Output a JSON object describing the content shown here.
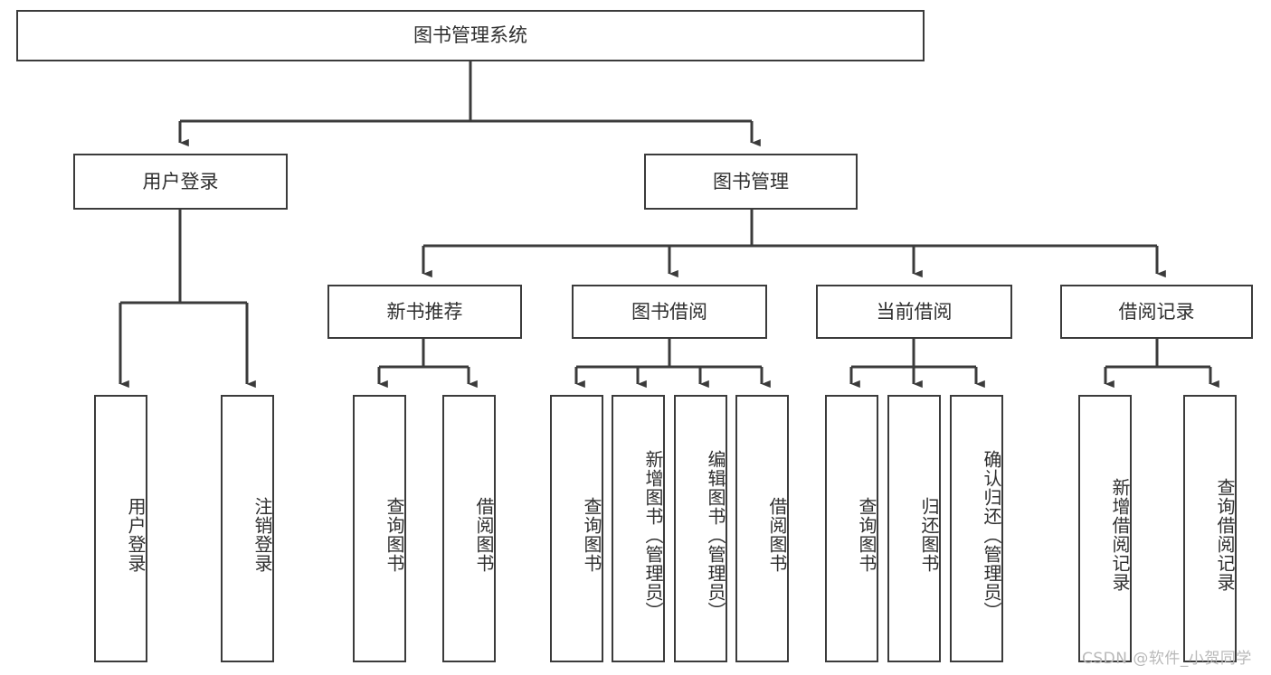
{
  "diagram": {
    "type": "tree-hierarchy-chart",
    "title": "图书管理系统",
    "colors": {
      "box_border": "#3b3b3b",
      "box_fill": "#ffffff",
      "edge": "#3b3b3b",
      "text": "#2f2f2f",
      "watermark": "#b9b9b9",
      "background": "#ffffff"
    },
    "root": {
      "id": "root",
      "label": "图书管理系统"
    },
    "level2": [
      {
        "id": "n-user-login",
        "label": "用户登录"
      },
      {
        "id": "n-book-manage",
        "label": "图书管理"
      }
    ],
    "level3": [
      {
        "id": "n-new-book-rec",
        "label": "新书推荐"
      },
      {
        "id": "n-book-borrow",
        "label": "图书借阅"
      },
      {
        "id": "n-current-borrow",
        "label": "当前借阅"
      },
      {
        "id": "n-borrow-record",
        "label": "借阅记录"
      }
    ],
    "leaves": {
      "user_login": [
        {
          "id": "leaf-user-login",
          "label": "用户登录"
        },
        {
          "id": "leaf-logout",
          "label": "注销登录"
        }
      ],
      "new_book_rec": [
        {
          "id": "leaf-query-book-1",
          "label": "查询图书"
        },
        {
          "id": "leaf-borrow-book-1",
          "label": "借阅图书"
        }
      ],
      "book_borrow": [
        {
          "id": "leaf-query-book-2",
          "label": "查询图书"
        },
        {
          "id": "leaf-add-book",
          "label": "新增图书（管理员）"
        },
        {
          "id": "leaf-edit-book",
          "label": "编辑图书（管理员）"
        },
        {
          "id": "leaf-borrow-book-2",
          "label": "借阅图书"
        }
      ],
      "current_borrow": [
        {
          "id": "leaf-query-book-3",
          "label": "查询图书"
        },
        {
          "id": "leaf-return-book",
          "label": "归还图书"
        },
        {
          "id": "leaf-confirm-return",
          "label": "确认归还（管理员）"
        }
      ],
      "borrow_record": [
        {
          "id": "leaf-add-record",
          "label": "新增借阅记录"
        },
        {
          "id": "leaf-query-record",
          "label": "查询借阅记录"
        }
      ]
    },
    "watermark": "CSDN @软件_小贺同学"
  }
}
